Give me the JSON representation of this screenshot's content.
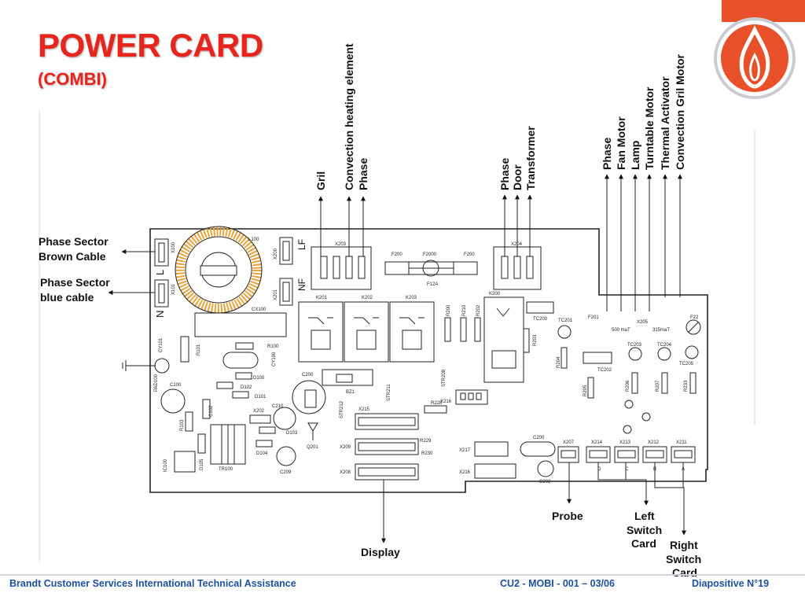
{
  "slide": {
    "title": "POWER CARD",
    "subtitle": "(COMBI)",
    "footer_left": "Brandt Customer Services International Technical Assistance",
    "footer_middle": "CU2 - MOBI - 001 – 03/06",
    "footer_right": "Diapositive  N°19"
  },
  "colors": {
    "title": "#e8251d",
    "footer": "#1d4f9c",
    "logo_orange": "#e8502a",
    "corner_orange": "#e8502a"
  },
  "diagram": {
    "left_labels": [
      "Phase Sector",
      "Brown Cable",
      "Phase Sector",
      "blue cable"
    ],
    "x203_outputs": [
      "Gril",
      "Convection heating element",
      "Phase"
    ],
    "x204_outputs": [
      "Phase",
      "Door",
      "Transformer"
    ],
    "x205_outputs": [
      "Phase",
      "Fan Motor",
      "Lamp",
      "Turntable Motor",
      "Thermal Activator",
      "Convection Gril Motor"
    ],
    "bottom_labels": {
      "display": "Display",
      "probe": "Probe",
      "left_switch": [
        "Left",
        "Switch",
        "Card"
      ],
      "right_switch": [
        "Right",
        "Switch",
        "Card"
      ]
    },
    "board_text": {
      "x100": "X100",
      "x101": "X101",
      "l": "L",
      "n": "N",
      "l100": "L100",
      "x200": "X200",
      "x201": "X201",
      "lf": "LF",
      "nf": "NF",
      "x203": "X203",
      "f200a": "F200",
      "f2000": "F2000",
      "f200b": "F200",
      "f12a": "F12A",
      "x204": "X204",
      "k201": "K201",
      "k202": "K202",
      "k203": "K203",
      "k200": "K200",
      "cx100": "CX100",
      "r200": "R200",
      "r210": "R210",
      "r202": "R202",
      "tc200": "TC200",
      "r203": "R203",
      "f201": "F201",
      "f500": "500 maT",
      "x205": "X205",
      "f315": "315maT",
      "f22": "F22",
      "tc201": "TC201",
      "tc203": "TC203",
      "tc204": "TC204",
      "tc205": "TC205",
      "tc202": "TC202",
      "r204": "R204",
      "r205": "R205",
      "r206": "R206",
      "r207": "R207",
      "r233": "R233",
      "cy101": "CY101",
      "r101": "R101",
      "r100": "R100",
      "cy100": "CY100",
      "pad100": "PAD100",
      "d100": "D100",
      "d102": "D102",
      "d101": "D101",
      "c100": "C100",
      "c200": "C200",
      "bz1": "BZ1",
      "str211": "STR211",
      "str212": "STR212",
      "str208": "STR208",
      "x216a": "X216",
      "c210": "C210",
      "x202": "X202",
      "c102": "C102",
      "r103": "R103",
      "d103": "D103",
      "q201": "Q201",
      "d104": "D104",
      "x215": "X215",
      "r228": "R228",
      "r229": "R229",
      "x209": "X209",
      "r230": "R230",
      "x208": "X208",
      "x217": "X217",
      "x216b": "X216",
      "c209": "C209",
      "ic100": "IC100",
      "d105": "D105",
      "tr100": "TR100",
      "c200b": "C200",
      "c202": "C202",
      "x207": "X207",
      "x214": "X214",
      "x213": "X213",
      "x212": "X212",
      "x211": "X211",
      "d": "D",
      "c": "C",
      "b": "B",
      "a": "A"
    }
  }
}
